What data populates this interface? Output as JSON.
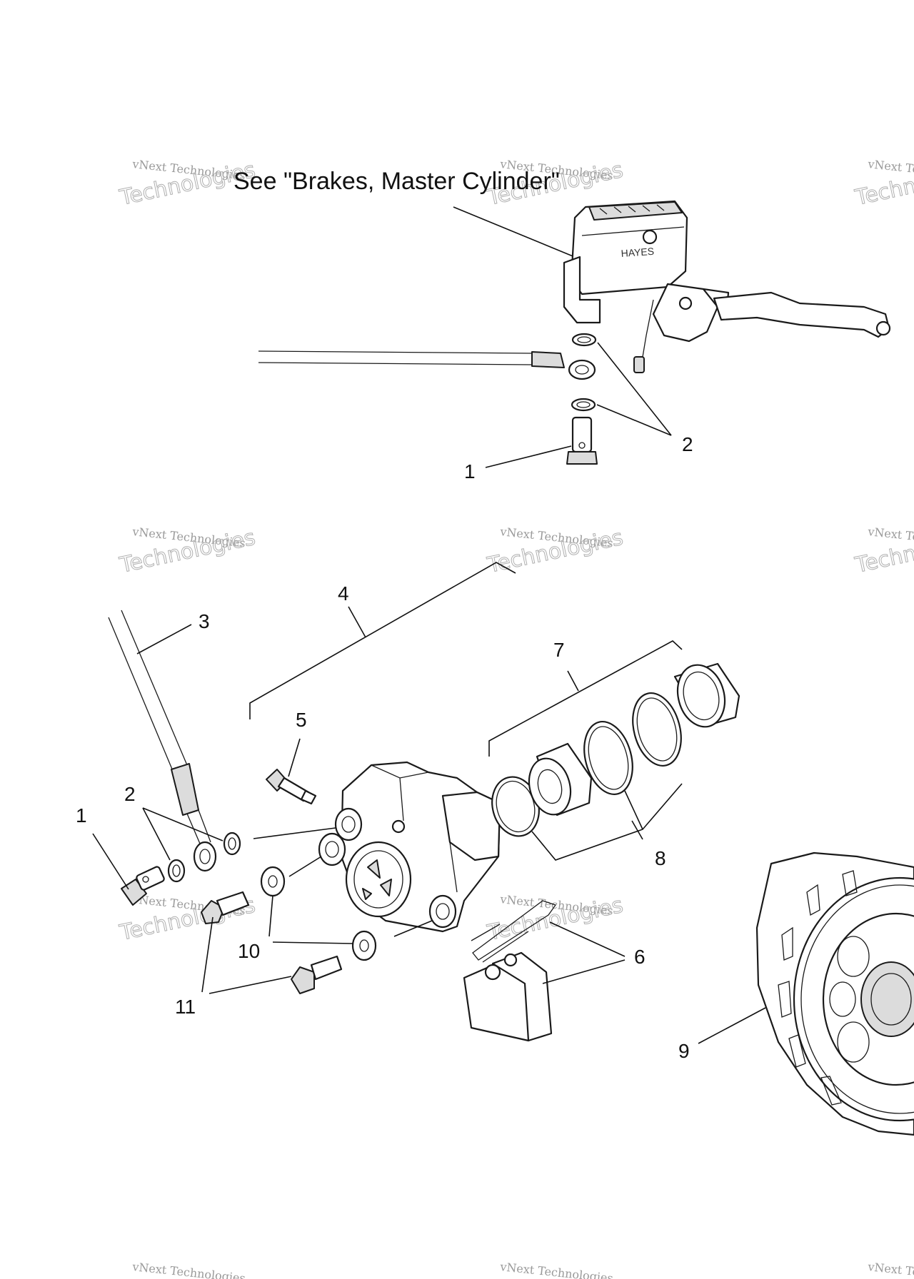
{
  "diagram": {
    "reference_note": "See \"Brakes, Master Cylinder\"",
    "callouts": {
      "c1_top": "1",
      "c2_top": "2",
      "c1": "1",
      "c2": "2",
      "c3": "3",
      "c4": "4",
      "c5": "5",
      "c6": "6",
      "c7": "7",
      "c8": "8",
      "c9": "9",
      "c10": "10",
      "c11": "11"
    },
    "watermark": {
      "line1": "vNext Technologies",
      "line2": "Technologies"
    }
  }
}
